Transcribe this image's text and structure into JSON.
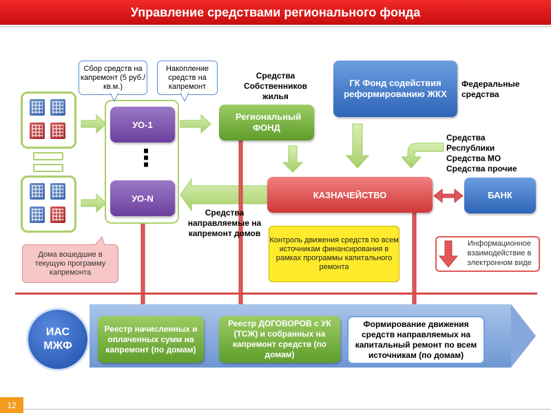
{
  "title": "Управление средствами регионального фонда",
  "slide_number": "12",
  "callouts": {
    "collection": "Сбор средств на капремонт (5 руб./кв.м.)",
    "accumulation": "Накопление средств на капремонт",
    "houses": "Дома вошедшие в текущую программу капремонта",
    "control": "Контроль движения средств по всем источникам финансирования в рамках программы капитального ремонта",
    "info_legend": "Информационное взаимодействие в электронном виде"
  },
  "labels": {
    "owners_funds": "Средства Собственников жилья",
    "federal_funds": "Федеральные средства",
    "republic_funds": "Средства Республики Средства МО Средства прочие",
    "directed_funds": "Средства направляемые на капремонт домов"
  },
  "nodes": {
    "uo1": "УО-1",
    "uon": "УО-N",
    "dots": "⋮",
    "regional_fund": "Региональный ФОНД",
    "gk_fund": "ГК Фонд содействия реформированию ЖКХ",
    "treasury": "КАЗНАЧЕЙСТВО",
    "bank": "БАНК"
  },
  "ias": {
    "line1": "ИАС",
    "line2": "МЖФ"
  },
  "registries": {
    "accrued": "Реестр начисленных и оплаченных сумм на капремонт (по домам)",
    "contracts": "Реестр ДОГОВОРОВ с УК (ТСЖ) и собранных на капремонт средств (по домам)",
    "formation": "Формирование движения средств направляемых на капитальный ремонт по всем источникам (по домам)"
  },
  "colors": {
    "title_red": "#e01818",
    "uo_purple": "#7f52b0",
    "green": "#7ab648",
    "blue": "#3d72c4",
    "red": "#e05555",
    "callout_yellow": "#ffeb2b",
    "arrow_red": "#e05858",
    "arrow_green": "#bde08a"
  }
}
